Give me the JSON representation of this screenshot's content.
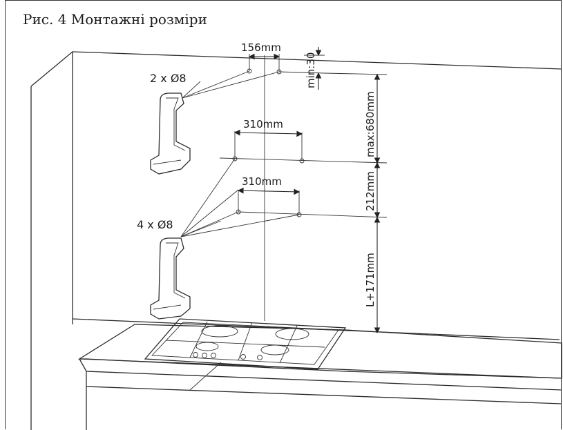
{
  "title": "Рис. 4 Монтажні розміри",
  "labels": {
    "holes_top": "2 x Ø8",
    "holes_bottom": "4 x Ø8"
  },
  "dimensions": {
    "width_top": "156mm",
    "width_mid": "310mm",
    "width_low": "310mm",
    "min_gap": "min:30",
    "max_height": "max:680mm",
    "spacing": "212mm",
    "base_height": "L+171mm"
  }
}
